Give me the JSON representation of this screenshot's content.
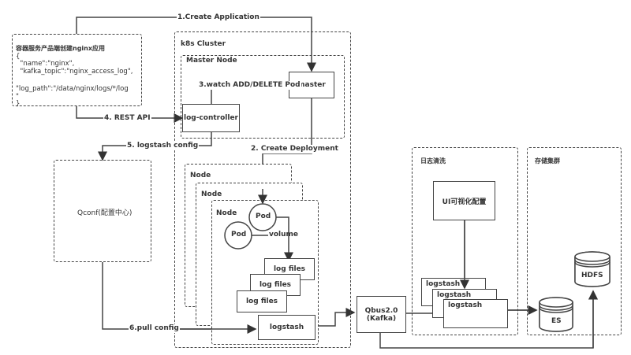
{
  "diagram": {
    "request_box": {
      "title": "容器服务产品端创建nginx应用",
      "lines": [
        "{",
        "  \"name\":\"nginx\",",
        "  \"kafka_topic\":\"nginx_access_log\",",
        "",
        "\"log_path\":\"/data/nginx/logs/*/log",
        "\"",
        "}"
      ]
    },
    "qconf": "Qconf(配置中心)",
    "k8s_cluster": "k8s Cluster",
    "master_node": "Master Node",
    "master": "master",
    "log_controller": "log-controller",
    "node_labels": [
      "Node",
      "Node",
      "Node"
    ],
    "pods": [
      "Pod",
      "Pod"
    ],
    "volume": "volume",
    "log_files": [
      "log files",
      "log files",
      "log files"
    ],
    "logstash_node": "logstash",
    "qbus": [
      "Qbus2.0",
      "(Kafka)"
    ],
    "cleaning_group": "日志清洗",
    "ui_config": "UI可视化配置",
    "cleaning_logstash": [
      "logstash",
      "logstash",
      "logstash"
    ],
    "storage_group": "存储集群",
    "es": "ES",
    "hdfs": "HDFS",
    "edges": {
      "create_app": "1.Create Application",
      "create_deploy": "2. Create Deployment",
      "watch": "3.watch ADD/DELETE Pod",
      "rest_api": "4. REST API",
      "logstash_config": "5. logstash config",
      "pull_config": "6.pull config"
    }
  }
}
